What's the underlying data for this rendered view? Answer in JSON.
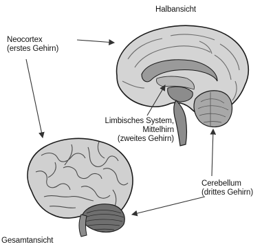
{
  "labels": {
    "halbansicht": "Halbansicht",
    "neocortex": "Neocortex\n(erstes Gehirn)",
    "limbic": "Limbisches System,\nMittelhirn\n(zweites Gehirn)",
    "cerebellum": "Cerebellum\n(drittes Gehirn)",
    "gesamtansicht": "Gesamtansicht"
  },
  "colors": {
    "cortex_fill": "#d4d4d4",
    "inner_fill": "#9a9a9a",
    "brainstem_fill": "#8c8c8c",
    "outline": "#1a1a1a",
    "arrow": "#333333"
  }
}
